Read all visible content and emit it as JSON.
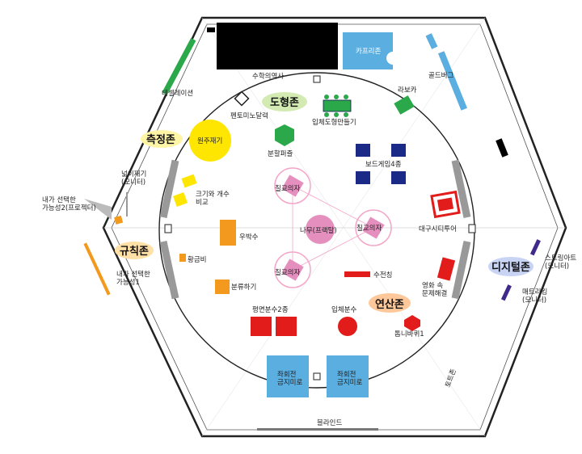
{
  "zones": {
    "measure": "측정존",
    "shape": "도형존",
    "rule": "규칙존",
    "calc": "연산존",
    "digital": "디지털존"
  },
  "labels": {
    "math_history": "수학의역사",
    "cafe": "카프리존",
    "goldberg": "골드버그",
    "tessellation": "테셀레이션",
    "pentomino": "펜토미노달력",
    "polyhedron": "입체도형만들기",
    "labo": "라보카",
    "pi": "원주재기",
    "split_puzzle": "분할퍼즐",
    "board_game": "보드게임4종",
    "estimate": "넓이재기\n(모니터)",
    "size_compare": "크기와 개수\n비교",
    "projector": "내가 선택한\n가능성2(프로젝터)",
    "lever": "우박수",
    "golden": "황금비",
    "ninth_chair": "칠교의자",
    "tree": "나무(프랙탈)",
    "city_tour": "대구시티투어",
    "sort": "분류하기",
    "monitor_1": "내가 선택한\n가능성1",
    "strange_art": "스트링아트\n(모니터)",
    "matrix_king": "매트리킹\n(모니터)",
    "film": "영화 속\n문제해결",
    "number_line": "수전칭",
    "fraction": "평면분수2종",
    "solid_fraction": "입체분수",
    "hanoi": "톱니바퀴1",
    "maze": "좌회전\n금지미로",
    "blind": "블라인드",
    "route": "토트존"
  },
  "colors": {
    "hall_fill": "#ffffff",
    "wall": "#222222",
    "blue": "#5aaee0",
    "green": "#2aa84a",
    "yellow": "#ffe600",
    "orange": "#f39a1e",
    "red": "#e21b1b",
    "navy": "#1b2a86",
    "pink": "#e58fbf",
    "purple": "#3f2a8c",
    "gray": "#999999"
  }
}
